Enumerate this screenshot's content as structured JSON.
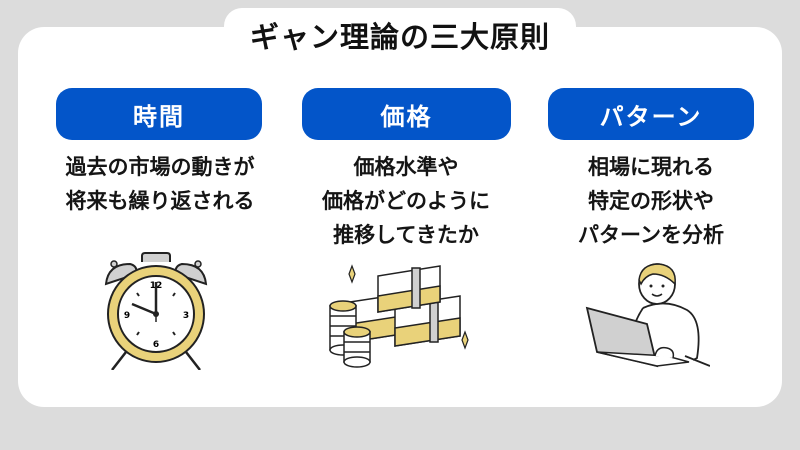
{
  "title": "ギャン理論の三大原則",
  "colors": {
    "background": "#dcdcdc",
    "card": "#ffffff",
    "pill": "#0355c9",
    "pill_text": "#ffffff",
    "text": "#151515",
    "accent_yellow": "#e9d27a",
    "gray": "#d0d0d0"
  },
  "principles": [
    {
      "label": "時間",
      "description": [
        "過去の市場の動きが",
        "将来も繰り返される"
      ],
      "illustration": "alarm-clock-icon",
      "clock": {
        "numbers": [
          "12",
          "3",
          "6",
          "9"
        ],
        "time": "10:00"
      }
    },
    {
      "label": "価格",
      "description": [
        "価格水準や",
        "価格がどのように",
        "推移してきたか"
      ],
      "illustration": "money-stack-icon"
    },
    {
      "label": "パターン",
      "description": [
        "相場に現れる",
        "特定の形状や",
        "パターンを分析"
      ],
      "illustration": "person-laptop-icon"
    }
  ]
}
